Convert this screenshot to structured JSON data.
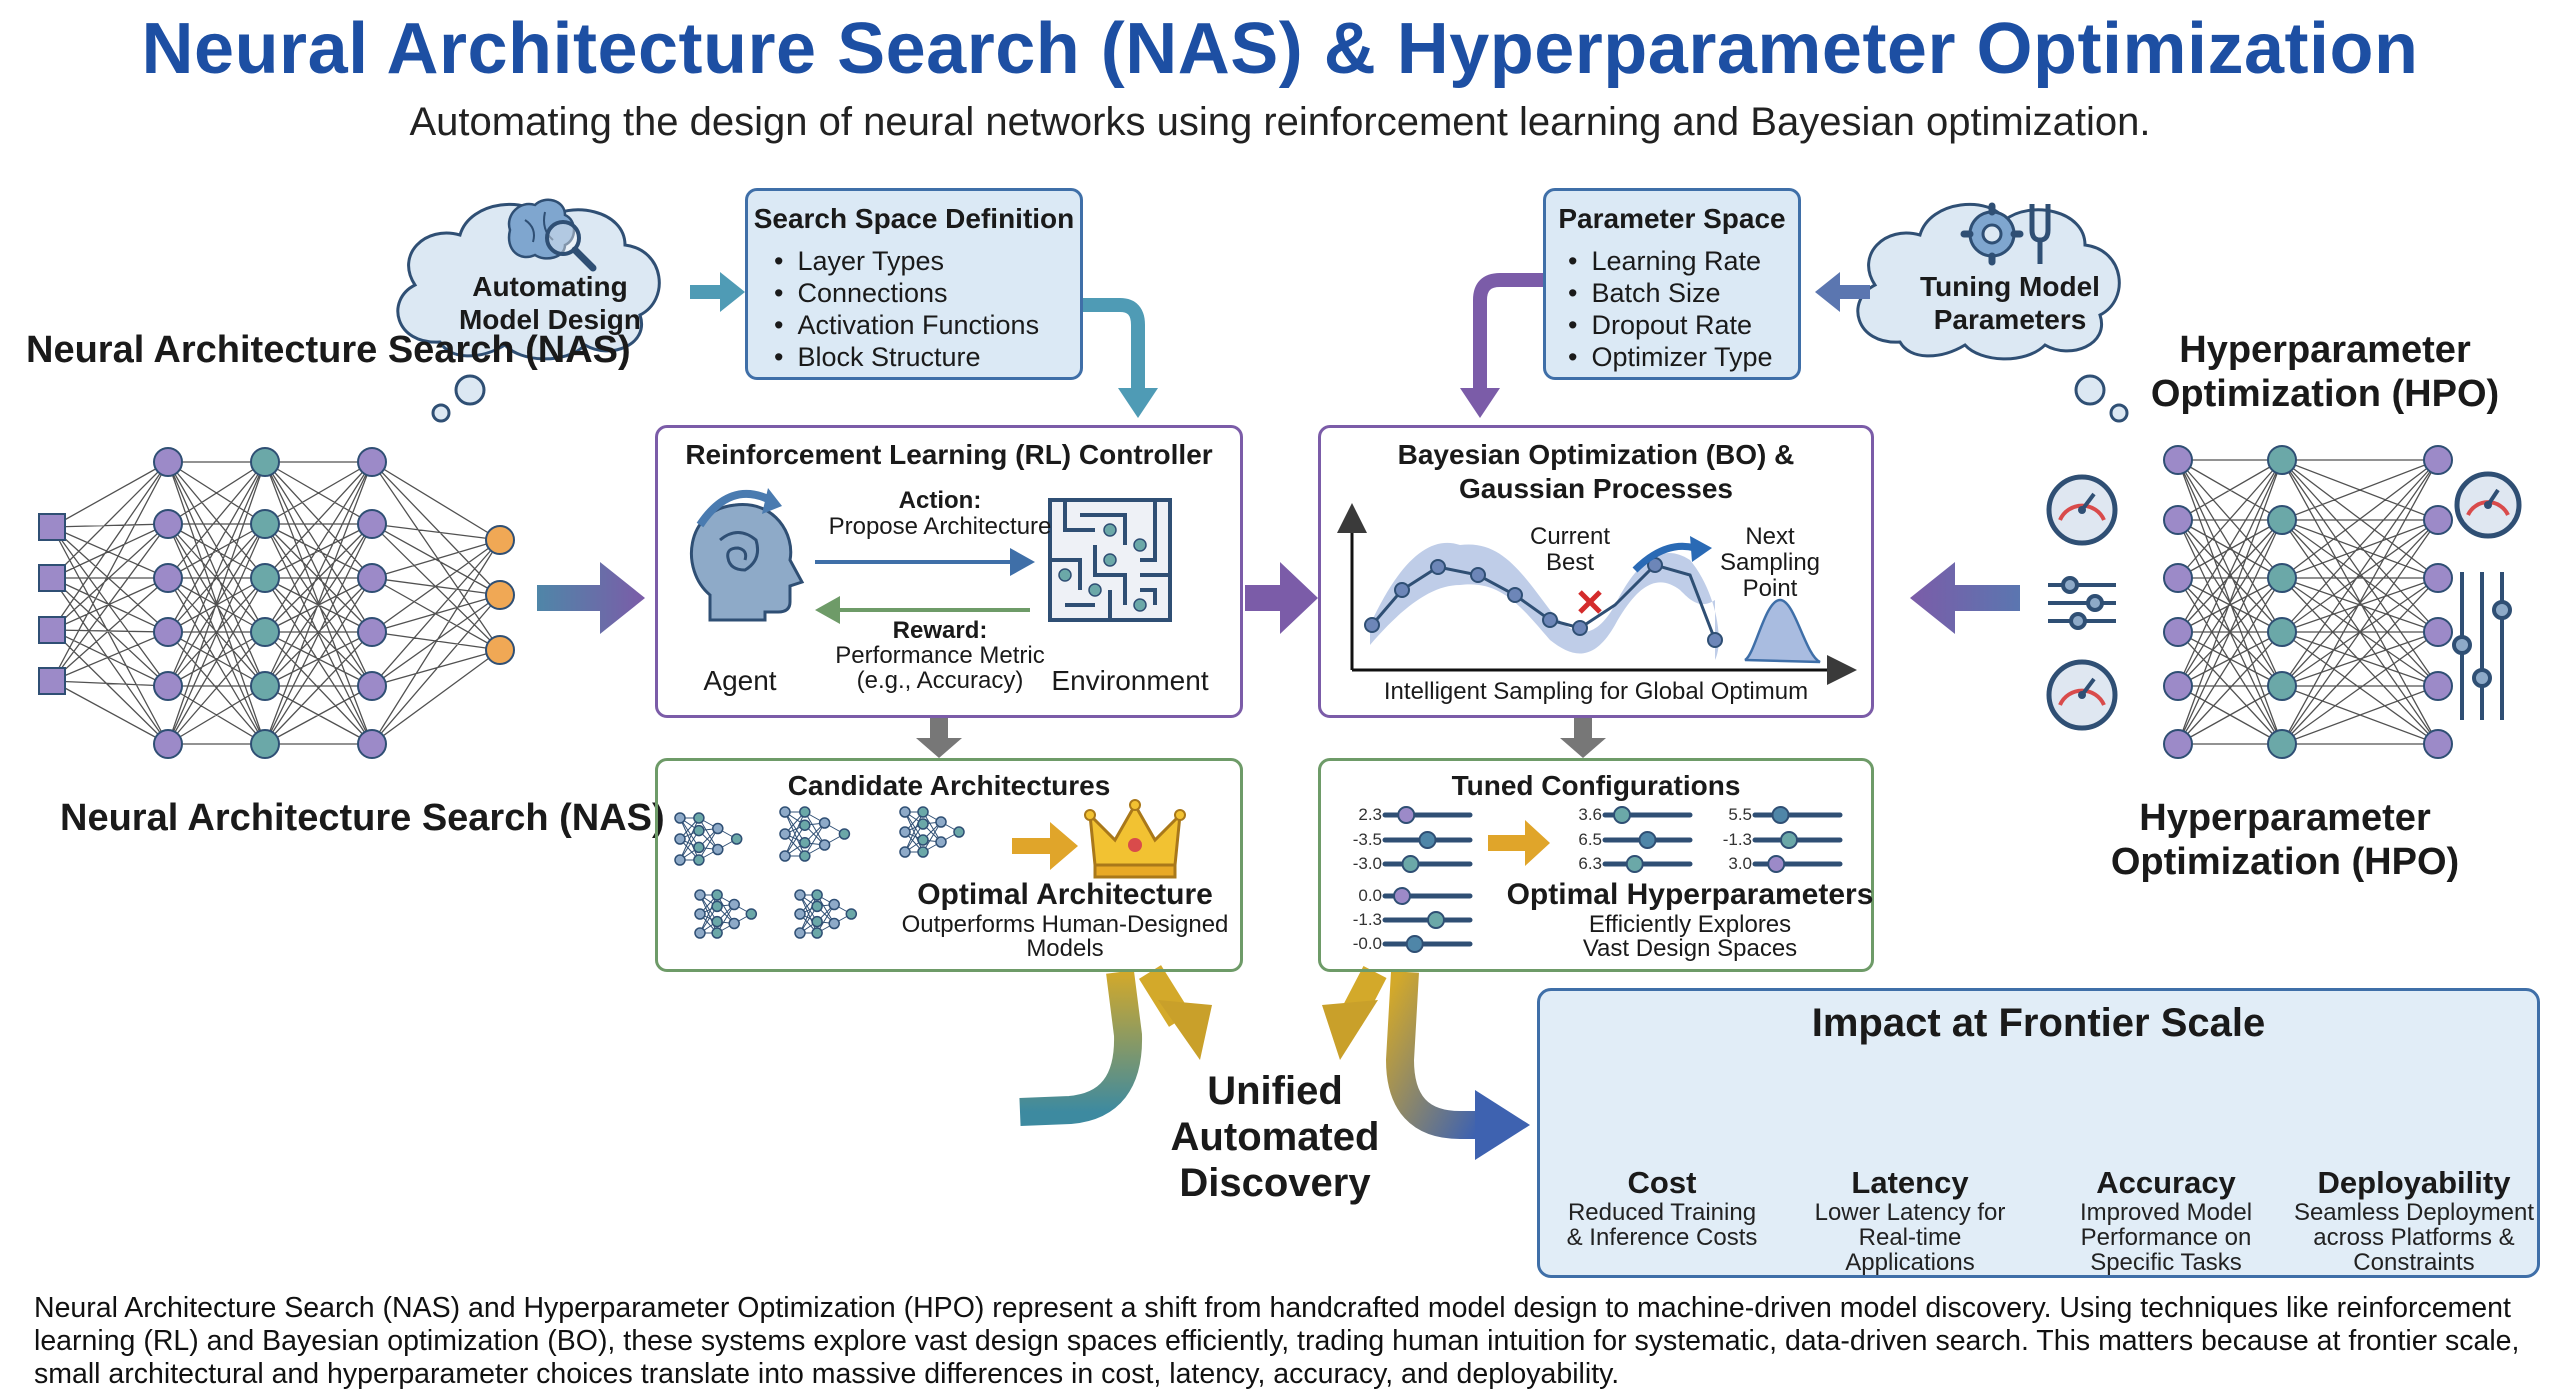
{
  "header": {
    "title": "Neural Architecture Search (NAS) & Hyperparameter Optimization",
    "subtitle": "Automating the design of neural networks using reinforcement learning and Bayesian optimization."
  },
  "left": {
    "label_top": "Neural Architecture Search (NAS)",
    "label_bottom": "Neural Architecture Search (NAS)",
    "cloud": "Automating Model Design"
  },
  "right": {
    "label_top": "Hyperparameter Optimization (HPO)",
    "label_bottom": "Hyperparameter Optimization (HPO)",
    "cloud": "Tuning Model Parameters"
  },
  "search_space": {
    "title": "Search Space Definition",
    "items": [
      "Layer Types",
      "Connections",
      "Activation Functions",
      "Block Structure"
    ]
  },
  "parameter_space": {
    "title": "Parameter Space",
    "items": [
      "Learning Rate",
      "Batch Size",
      "Dropout Rate",
      "Optimizer Type"
    ]
  },
  "rl": {
    "title": "Reinforcement Learning (RL) Controller",
    "action_label": "Action:",
    "action_text": "Propose Architecture",
    "reward_label": "Reward:",
    "reward_text1": "Performance Metric",
    "reward_text2": "(e.g., Accuracy)",
    "agent": "Agent",
    "environment": "Environment"
  },
  "bo": {
    "title1": "Bayesian Optimization (BO) &",
    "title2": "Gaussian Processes",
    "current1": "Current",
    "current2": "Best",
    "next1": "Next",
    "next2": "Sampling",
    "next3": "Point",
    "caption": "Intelligent Sampling for Global Optimum"
  },
  "candidates": {
    "title": "Candidate Architectures",
    "optimal": "Optimal Architecture",
    "desc1": "Outperforms Human-Designed",
    "desc2": "Models"
  },
  "tuned": {
    "title": "Tuned Configurations",
    "optimal": "Optimal Hyperparameters",
    "desc1": "Efficiently Explores",
    "desc2": "Vast Design Spaces",
    "col1": [
      "2.3",
      "-3.5",
      "-3.0"
    ],
    "col2": [
      "3.6",
      "6.5",
      "6.3"
    ],
    "col3": [
      "5.5",
      "-1.3",
      "3.0"
    ],
    "col4": [
      "0.0",
      "-1.3",
      "-0.0"
    ]
  },
  "unified": {
    "line1": "Unified",
    "line2": "Automated",
    "line3": "Discovery"
  },
  "impact": {
    "title": "Impact at Frontier Scale",
    "metrics": [
      {
        "name": "Cost",
        "d1": "Reduced Training",
        "d2": "& Inference Costs",
        "d3": ""
      },
      {
        "name": "Latency",
        "d1": "Lower Latency for",
        "d2": "Real-time",
        "d3": "Applications"
      },
      {
        "name": "Accuracy",
        "d1": "Improved Model",
        "d2": "Performance on",
        "d3": "Specific Tasks"
      },
      {
        "name": "Deployability",
        "d1": "Seamless Deployment",
        "d2": "across Platforms &",
        "d3": "Constraints"
      }
    ]
  },
  "caption": "Neural Architecture Search (NAS) and Hyperparameter Optimization (HPO) represent a shift from handcrafted model design to machine-driven model discovery. Using techniques like reinforcement learning (RL) and Bayesian optimization (BO), these systems explore vast design spaces efficiently, trading human intuition for systematic, data-driven search. This matters because at frontier scale, small architectural and hyperparameter choices translate into massive differences in cost, latency, accuracy, and deployability."
}
